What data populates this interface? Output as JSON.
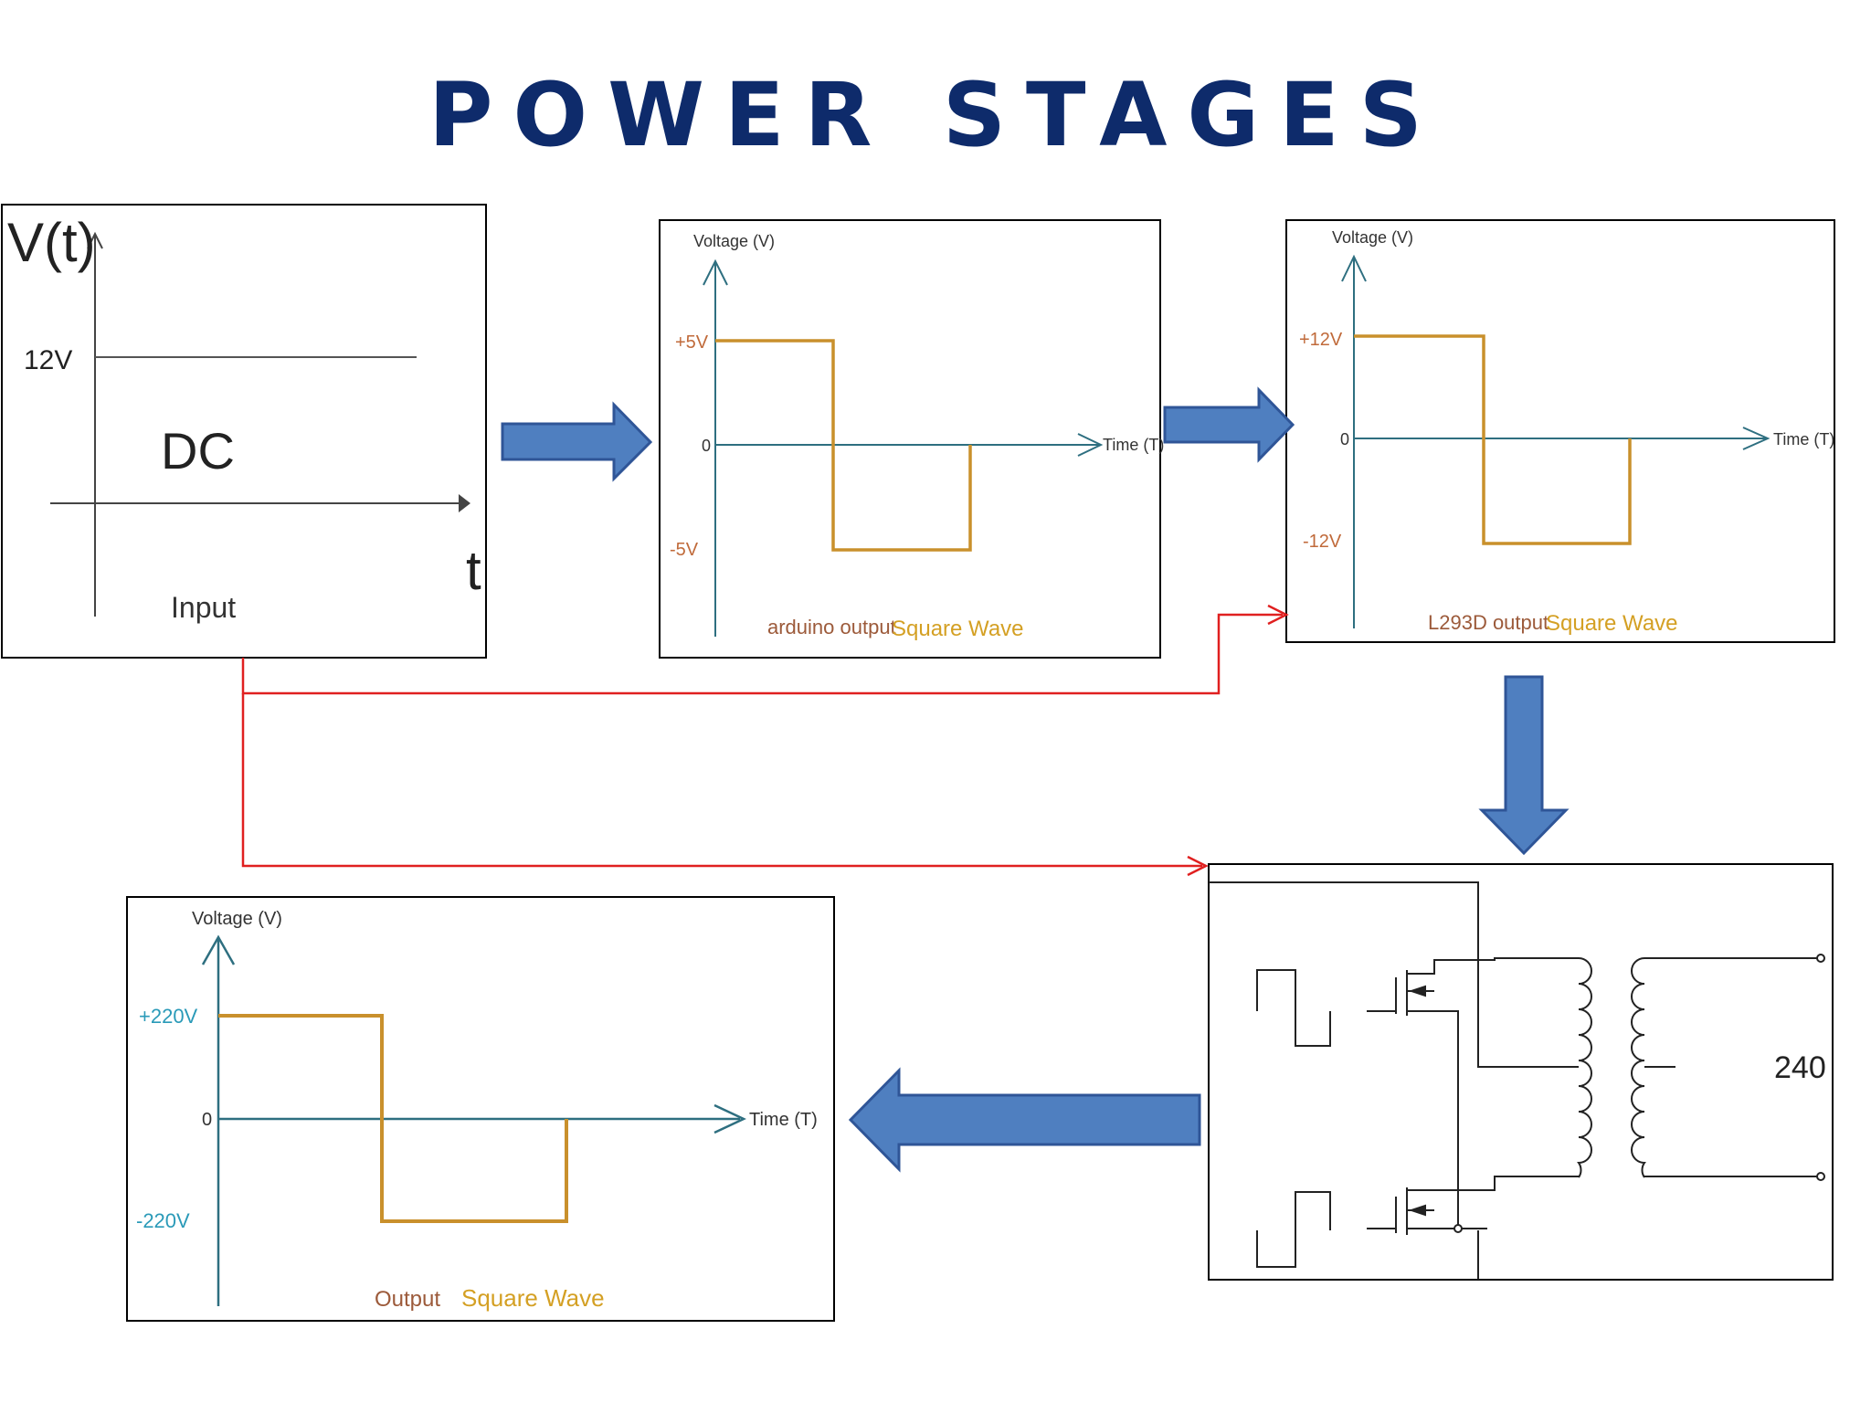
{
  "title": "POWER STAGES",
  "colors": {
    "title": "#0e2b6b",
    "arrow_fill": "#4f7fc0",
    "arrow_stroke": "#2f5597",
    "axis": "#2e6f80",
    "wave": "#c9902c",
    "wave_label": "#d4a024",
    "red_line": "#e02020",
    "frame": "#000000"
  },
  "panels": {
    "input": {
      "y_axis_label": "V(t)",
      "x_axis_label": "t",
      "level_label": "12V",
      "type_label": "DC",
      "caption": "Input"
    },
    "arduino": {
      "y_axis_label": "Voltage (V)",
      "x_axis_label": "Time (T)",
      "pos_label": "+5V",
      "zero_label": "0",
      "neg_label": "-5V",
      "caption_prefix": "arduino output",
      "caption_wave": "Square Wave"
    },
    "l293d": {
      "y_axis_label": "Voltage (V)",
      "x_axis_label": "Time (T)",
      "pos_label": "+12V",
      "zero_label": "0",
      "neg_label": "-12V",
      "caption_prefix": "L293D output",
      "caption_wave": "Square Wave"
    },
    "transformer": {
      "output_label": "240"
    },
    "output": {
      "y_axis_label": "Voltage (V)",
      "x_axis_label": "Time (T)",
      "pos_label": "+220V",
      "zero_label": "0",
      "neg_label": "-220V",
      "caption_prefix": "Output",
      "caption_wave": "Square Wave"
    }
  }
}
